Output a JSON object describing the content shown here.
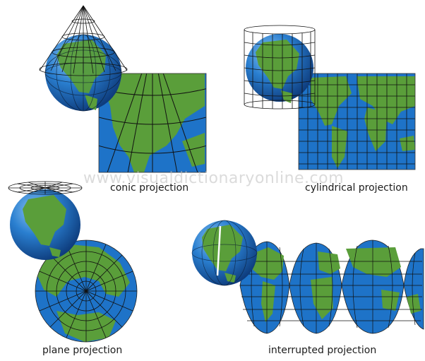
{
  "captions": {
    "conic": "conic projection",
    "cylindrical": "cylindrical projection",
    "plane": "plane projection",
    "interrupted": "interrupted projection"
  },
  "watermark": "www.visualdictionaryonline.com",
  "colors": {
    "ocean": "#1e73c8",
    "land": "#5a9e3a",
    "grid": "#111111",
    "globe_dark": "#0d3a7a"
  }
}
